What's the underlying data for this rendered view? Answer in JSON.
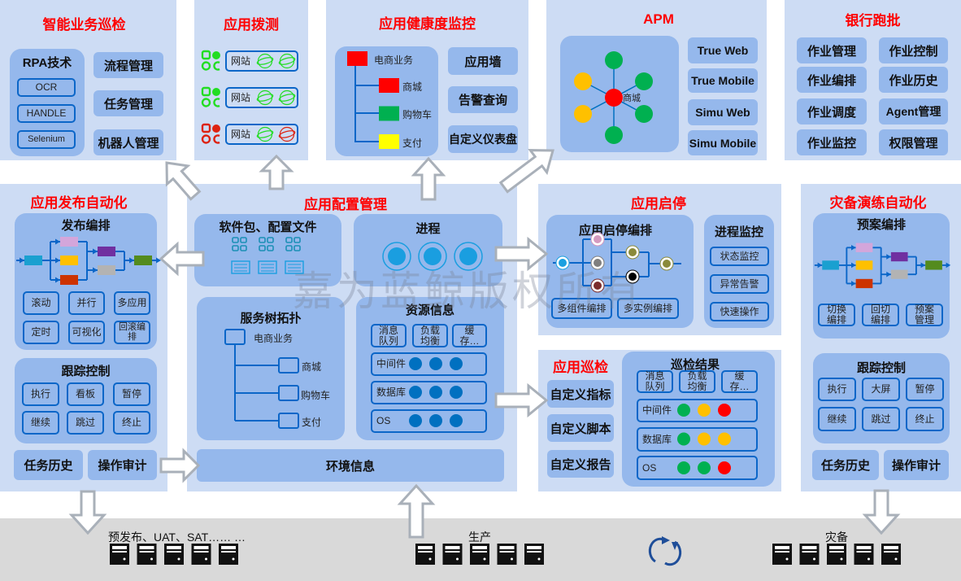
{
  "watermark": "嘉为蓝鲸版权所有",
  "smart_inspection": {
    "title": "智能业务巡检",
    "rpa": {
      "title": "RPA技术",
      "items": [
        "OCR",
        "HANDLE",
        "Selenium"
      ]
    },
    "buttons": [
      "流程管理",
      "任务管理",
      "机器人管理"
    ]
  },
  "app_probe": {
    "title": "应用拨测",
    "rows": [
      {
        "label": "网站",
        "status": "ok"
      },
      {
        "label": "网站",
        "status": "ok"
      },
      {
        "label": "网站",
        "status": "error"
      }
    ],
    "colors": {
      "ok": "#22dd22",
      "error": "#dd2211"
    }
  },
  "health": {
    "title": "应用健康度监控",
    "tree": {
      "root": "电商业务",
      "children": [
        {
          "label": "商城",
          "color": "#ff0000"
        },
        {
          "label": "购物车",
          "color": "#00b050"
        },
        {
          "label": "支付",
          "color": "#ffff00"
        }
      ],
      "root_color": "#ff0000"
    },
    "buttons": [
      "应用墙",
      "告警查询",
      "自定义仪表盘"
    ]
  },
  "apm": {
    "title": "APM",
    "center_label": "商城",
    "buttons": [
      "True Web",
      "True Mobile",
      "Simu Web",
      "Simu Mobile"
    ]
  },
  "batch": {
    "title": "银行跑批",
    "buttons": [
      "作业管理",
      "作业控制",
      "作业编排",
      "作业历史",
      "作业调度",
      "Agent管理",
      "作业监控",
      "权限管理"
    ]
  },
  "release": {
    "title": "应用发布自动化",
    "orchestration": {
      "title": "发布编排",
      "buttons": [
        "滚动",
        "并行",
        "多应用",
        "定时",
        "可视化",
        "回滚编排"
      ]
    },
    "tracking": {
      "title": "跟踪控制",
      "buttons": [
        "执行",
        "看板",
        "暂停",
        "继续",
        "跳过",
        "终止"
      ]
    },
    "footer": [
      "任务历史",
      "操作审计"
    ]
  },
  "config": {
    "title": "应用配置管理",
    "packages": {
      "title": "软件包、配置文件"
    },
    "process": {
      "title": "进程"
    },
    "service_tree": {
      "title": "服务树拓扑",
      "root": "电商业务",
      "children": [
        "商城",
        "购物车",
        "支付"
      ]
    },
    "resources": {
      "title": "资源信息",
      "types": [
        "消息队列",
        "负载均衡",
        "缓存…"
      ],
      "rows": [
        "中间件",
        "数据库",
        "OS"
      ]
    },
    "environment": "环境信息"
  },
  "start_stop": {
    "title": "应用启停",
    "orchestration": {
      "title": "应用启停编排",
      "buttons": [
        "多组件编排",
        "多实例编排"
      ]
    },
    "process_monitor": {
      "title": "进程监控",
      "buttons": [
        "状态监控",
        "异常告警",
        "快速操作"
      ]
    }
  },
  "inspection": {
    "title": "应用巡检",
    "buttons": [
      "自定义指标",
      "自定义脚本",
      "自定义报告"
    ],
    "results": {
      "title": "巡检结果",
      "types": [
        "消息队列",
        "负载均衡",
        "缓存…"
      ],
      "rows": [
        {
          "label": "中间件",
          "status": [
            "green",
            "yellow",
            "red"
          ]
        },
        {
          "label": "数据库",
          "status": [
            "green",
            "yellow",
            "yellow"
          ]
        },
        {
          "label": "OS",
          "status": [
            "green",
            "green",
            "red"
          ]
        }
      ]
    },
    "status_colors": {
      "green": "#00b050",
      "yellow": "#ffc000",
      "red": "#ff0000"
    }
  },
  "dr": {
    "title": "灾备演练自动化",
    "plan": {
      "title": "预案编排",
      "buttons": [
        "切换编排",
        "回切编排",
        "预案管理"
      ]
    },
    "tracking": {
      "title": "跟踪控制",
      "buttons": [
        "执行",
        "大屏",
        "暂停",
        "继续",
        "跳过",
        "终止"
      ]
    },
    "footer": [
      "任务历史",
      "操作审计"
    ]
  },
  "environments": [
    {
      "label": "预发布、UAT、SAT…… …",
      "servers": 5
    },
    {
      "label": "生产",
      "servers": 5
    },
    {
      "label": "灾备",
      "servers": 5
    }
  ]
}
